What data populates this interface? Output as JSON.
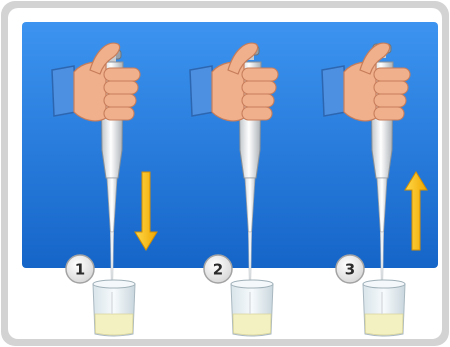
{
  "steps": [
    {
      "number": "1",
      "plunger": "down",
      "arrow": "down"
    },
    {
      "number": "2",
      "plunger": "middle",
      "arrow": "none"
    },
    {
      "number": "3",
      "plunger": "up",
      "arrow": "up"
    }
  ],
  "colors": {
    "frame": "#cfcfcf",
    "panel": "#1a73d9",
    "panel_light": "#3d94f0",
    "skin": "#f0b08c",
    "sleeve": "#3f7fd1",
    "arrow": "#f5c400",
    "liquid": "#f3f0c2"
  }
}
